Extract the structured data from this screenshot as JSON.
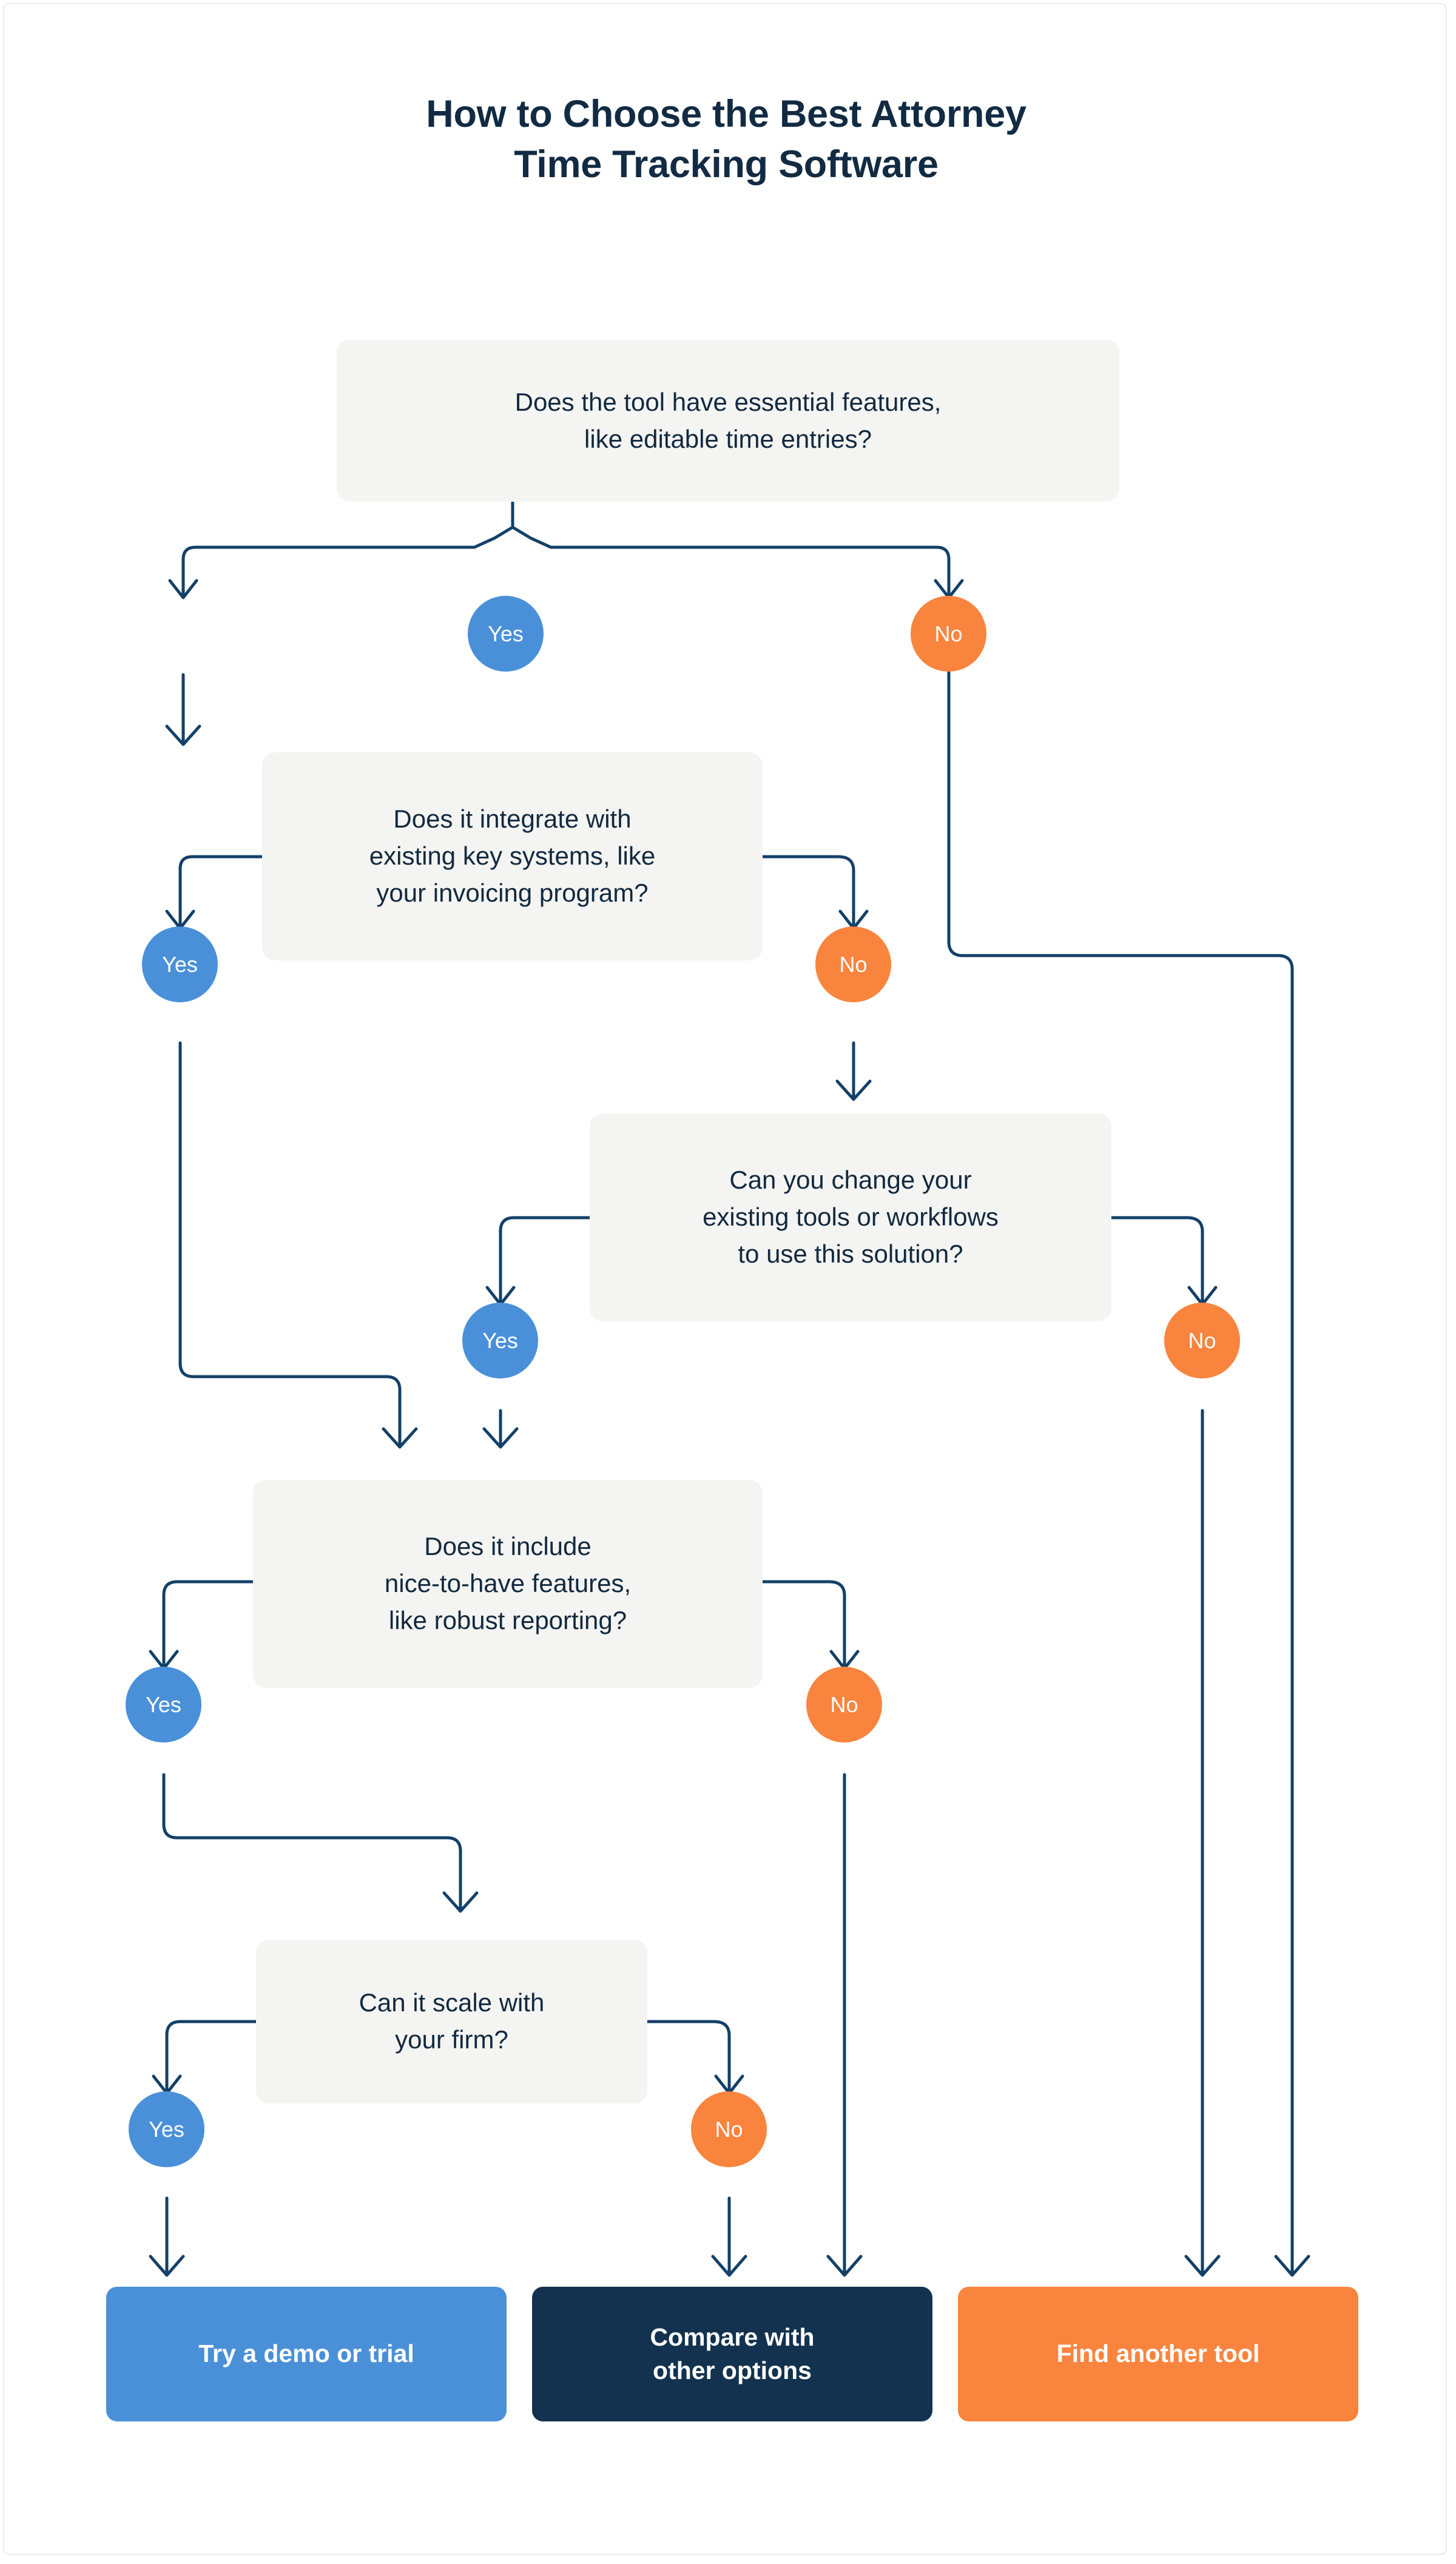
{
  "title": "How to Choose the Best Attorney\nTime Tracking Software",
  "colors": {
    "yes": "#4A90D9",
    "no": "#F9843E",
    "navy": "#12324F",
    "line": "#134068",
    "box_bg": "#F4F4F2",
    "text": "#12293F"
  },
  "decisions": [
    {
      "id": "q1",
      "text": "Does the tool have essential features,\nlike editable time entries?"
    },
    {
      "id": "q2",
      "text": "Does it integrate with\nexisting key systems, like\nyour invoicing program?"
    },
    {
      "id": "q3",
      "text": "Can you change your\nexisting tools or workflows\nto use this solution?"
    },
    {
      "id": "q4",
      "text": "Does it include\nnice-to-have features,\nlike robust reporting?"
    },
    {
      "id": "q5",
      "text": "Can it scale with\nyour firm?"
    }
  ],
  "branch_labels": {
    "q1_yes": "Yes",
    "q1_no": "No",
    "q2_yes": "Yes",
    "q2_no": "No",
    "q3_yes": "Yes",
    "q3_no": "No",
    "q4_yes": "Yes",
    "q4_no": "No",
    "q5_yes": "Yes",
    "q5_no": "No"
  },
  "outcomes": [
    {
      "id": "r1",
      "text": "Try a demo or trial"
    },
    {
      "id": "r2",
      "text": "Compare with\nother options"
    },
    {
      "id": "r3",
      "text": "Find another tool"
    }
  ]
}
